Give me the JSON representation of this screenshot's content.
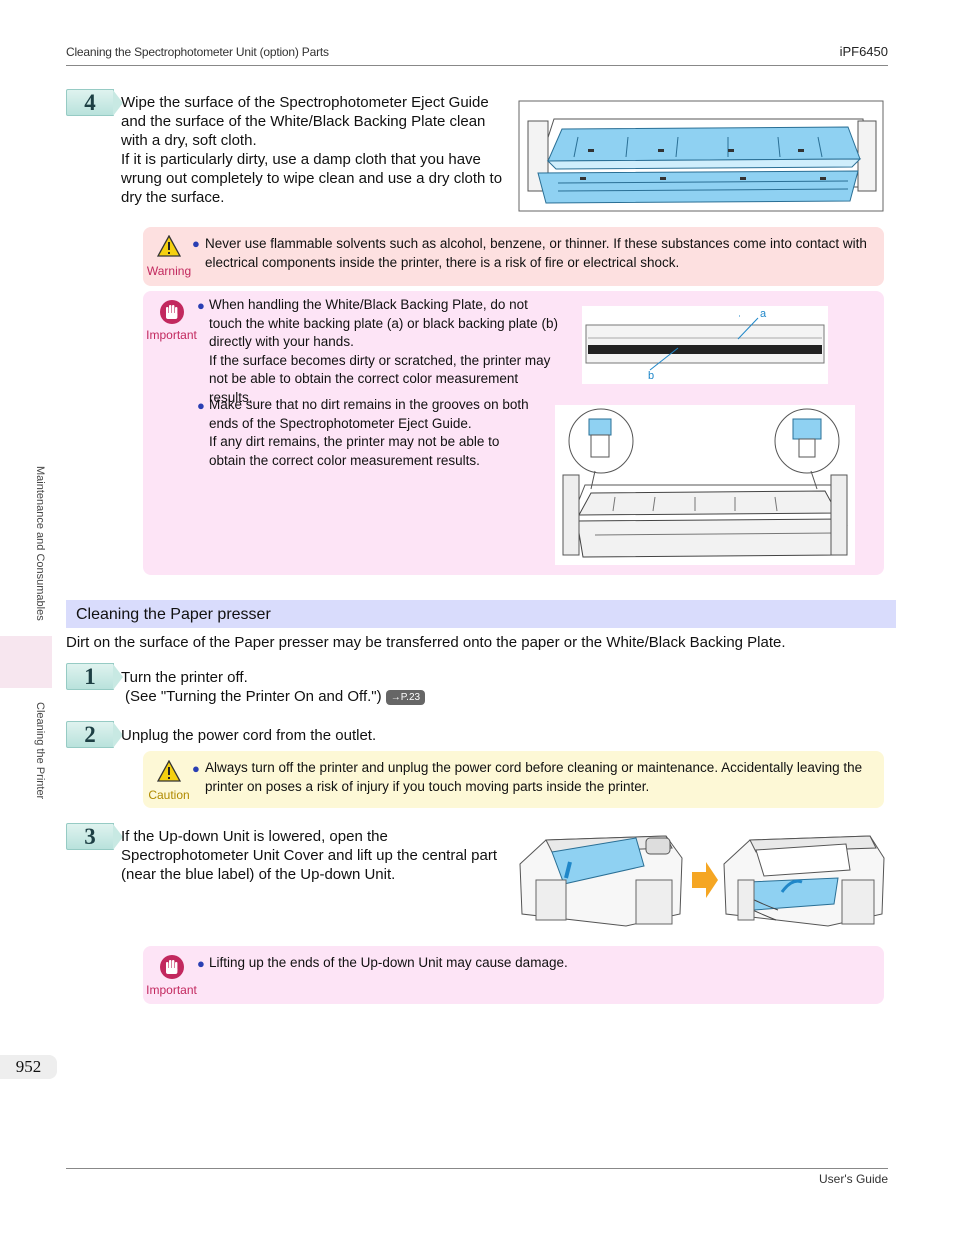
{
  "header": {
    "section": "Cleaning the Spectrophotometer Unit (option) Parts",
    "model": "iPF6450"
  },
  "footer": {
    "guide": "User's Guide"
  },
  "side_nav": {
    "chapter": "Maintenance and Consumables",
    "subchapter": "Cleaning the Printer"
  },
  "page_number": "952",
  "step4": {
    "num": "4",
    "text": "Wipe the surface of the Spectrophotometer Eject Guide and the surface of the White/Black Backing Plate clean with a dry, soft cloth.",
    "text2": "If it is particularly dirty, use a damp cloth that you have wrung out completely to wipe clean and use a dry cloth to dry the surface."
  },
  "warning1": {
    "label": "Warning",
    "text": "Never use flammable solvents such as alcohol, benzene, or thinner. If these substances come into contact with electrical components inside the printer, there is a risk of fire or electrical shock."
  },
  "important1": {
    "label": "Important",
    "b1": "When handling the White/Black Backing Plate, do not touch the white backing plate (a) or black backing plate (b) directly with your hands.",
    "b1b": "If the surface becomes dirty or scratched, the printer may not be able to obtain the correct color measurement results.",
    "b2": "Make sure that no dirt remains in the grooves on both ends of the Spectrophotometer Eject Guide.",
    "b2b": "If any dirt remains, the printer may not be able to obtain the correct color measurement results.",
    "callout_a": "a",
    "callout_b": "b"
  },
  "section": {
    "title": "Cleaning the Paper presser",
    "intro": "Dirt on the surface of the Paper presser may be transferred onto the paper or the White/Black Backing Plate."
  },
  "step1": {
    "num": "1",
    "text": "Turn the printer off.",
    "ref": "(See \"Turning the Printer On and Off.\")",
    "badge": "→P.23"
  },
  "step2": {
    "num": "2",
    "text": "Unplug the power cord from the outlet."
  },
  "caution1": {
    "label": "Caution",
    "text": "Always turn off the printer and unplug the power cord before cleaning or maintenance. Accidentally leaving the printer on poses a risk of injury if you touch moving parts inside the printer."
  },
  "step3": {
    "num": "3",
    "text": "If the Up-down Unit is lowered, open the Spectrophotometer Unit Cover and lift up the central part (near the blue label) of the Up-down Unit."
  },
  "important2": {
    "label": "Important",
    "text": "Lifting up the ends of the Up-down Unit may cause damage."
  },
  "colors": {
    "accent_blue": "#5bb8e8",
    "warning_bg": "#fde0e0",
    "important_bg": "#fde4f6",
    "caution_bg": "#fdf8d6",
    "section_bg": "#d9dcfc",
    "arrow": "#f5a623"
  }
}
